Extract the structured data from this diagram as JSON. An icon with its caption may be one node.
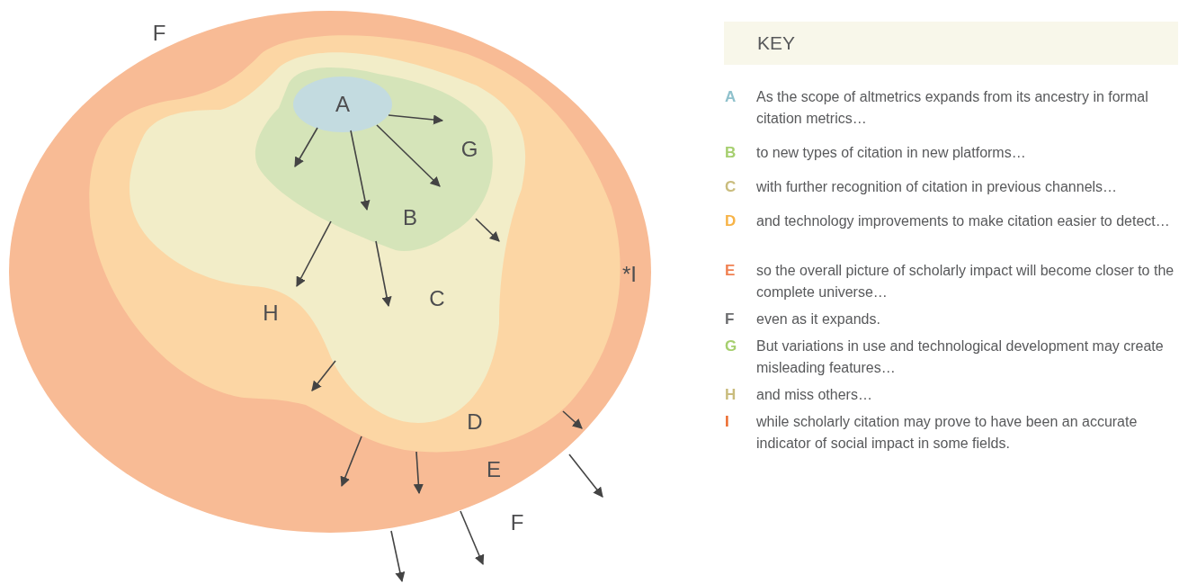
{
  "diagram": {
    "nodes": [
      {
        "text": [
          "E"
        ]
      },
      {
        "text": [
          "D"
        ],
        "in": 0
      },
      {
        "text": [
          "C"
        ],
        "in": 1
      },
      {
        "text": [
          "B"
        ],
        "in": 2
      },
      {
        "text": [
          "A"
        ],
        "in": 3
      }
    ],
    "edges": [
      {
        "from": 4,
        "to": null,
        "arrow": "to"
      },
      {
        "from": 4,
        "to": null,
        "arrow": "to"
      },
      {
        "from": 4,
        "to": null,
        "arrow": "to"
      },
      {
        "from": 4,
        "to": null,
        "arrow": "to"
      },
      {
        "from": 3,
        "to": null,
        "arrow": "to"
      },
      {
        "from": 3,
        "to": null,
        "arrow": "to"
      },
      {
        "from": 3,
        "to": null,
        "arrow": "to"
      },
      {
        "from": 2,
        "to": null,
        "arrow": "to"
      },
      {
        "from": 1,
        "to": null,
        "arrow": "to"
      },
      {
        "from": 1,
        "to": null,
        "arrow": "to"
      },
      {
        "from": 1,
        "to": null,
        "arrow": "to"
      },
      {
        "from": 0,
        "to": null,
        "arrow": "to"
      },
      {
        "from": 0,
        "to": null,
        "arrow": "to"
      },
      {
        "from": 0,
        "to": null,
        "arrow": "to"
      }
    ],
    "labels": [
      "F",
      "G",
      "H",
      "*I",
      "F",
      "KEY",
      "A",
      "As the scope of altmetrics expands from its ancestry in formal citation metrics…",
      "B",
      "to new types of citation in new platforms…",
      "C",
      "with further recognition of citation in previous channels…",
      "D",
      "and technology improvements to make citation easier to detect…",
      "E",
      "so the overall picture of scholarly impact will become closer to the complete universe…",
      "F",
      "even as it expands.",
      "G",
      "But variations in use and technological development may create misleading features…",
      "H",
      "and miss others…",
      "I",
      "while scholarly citation may prove to have been an accurate indicator of social impact in some fields."
    ]
  }
}
